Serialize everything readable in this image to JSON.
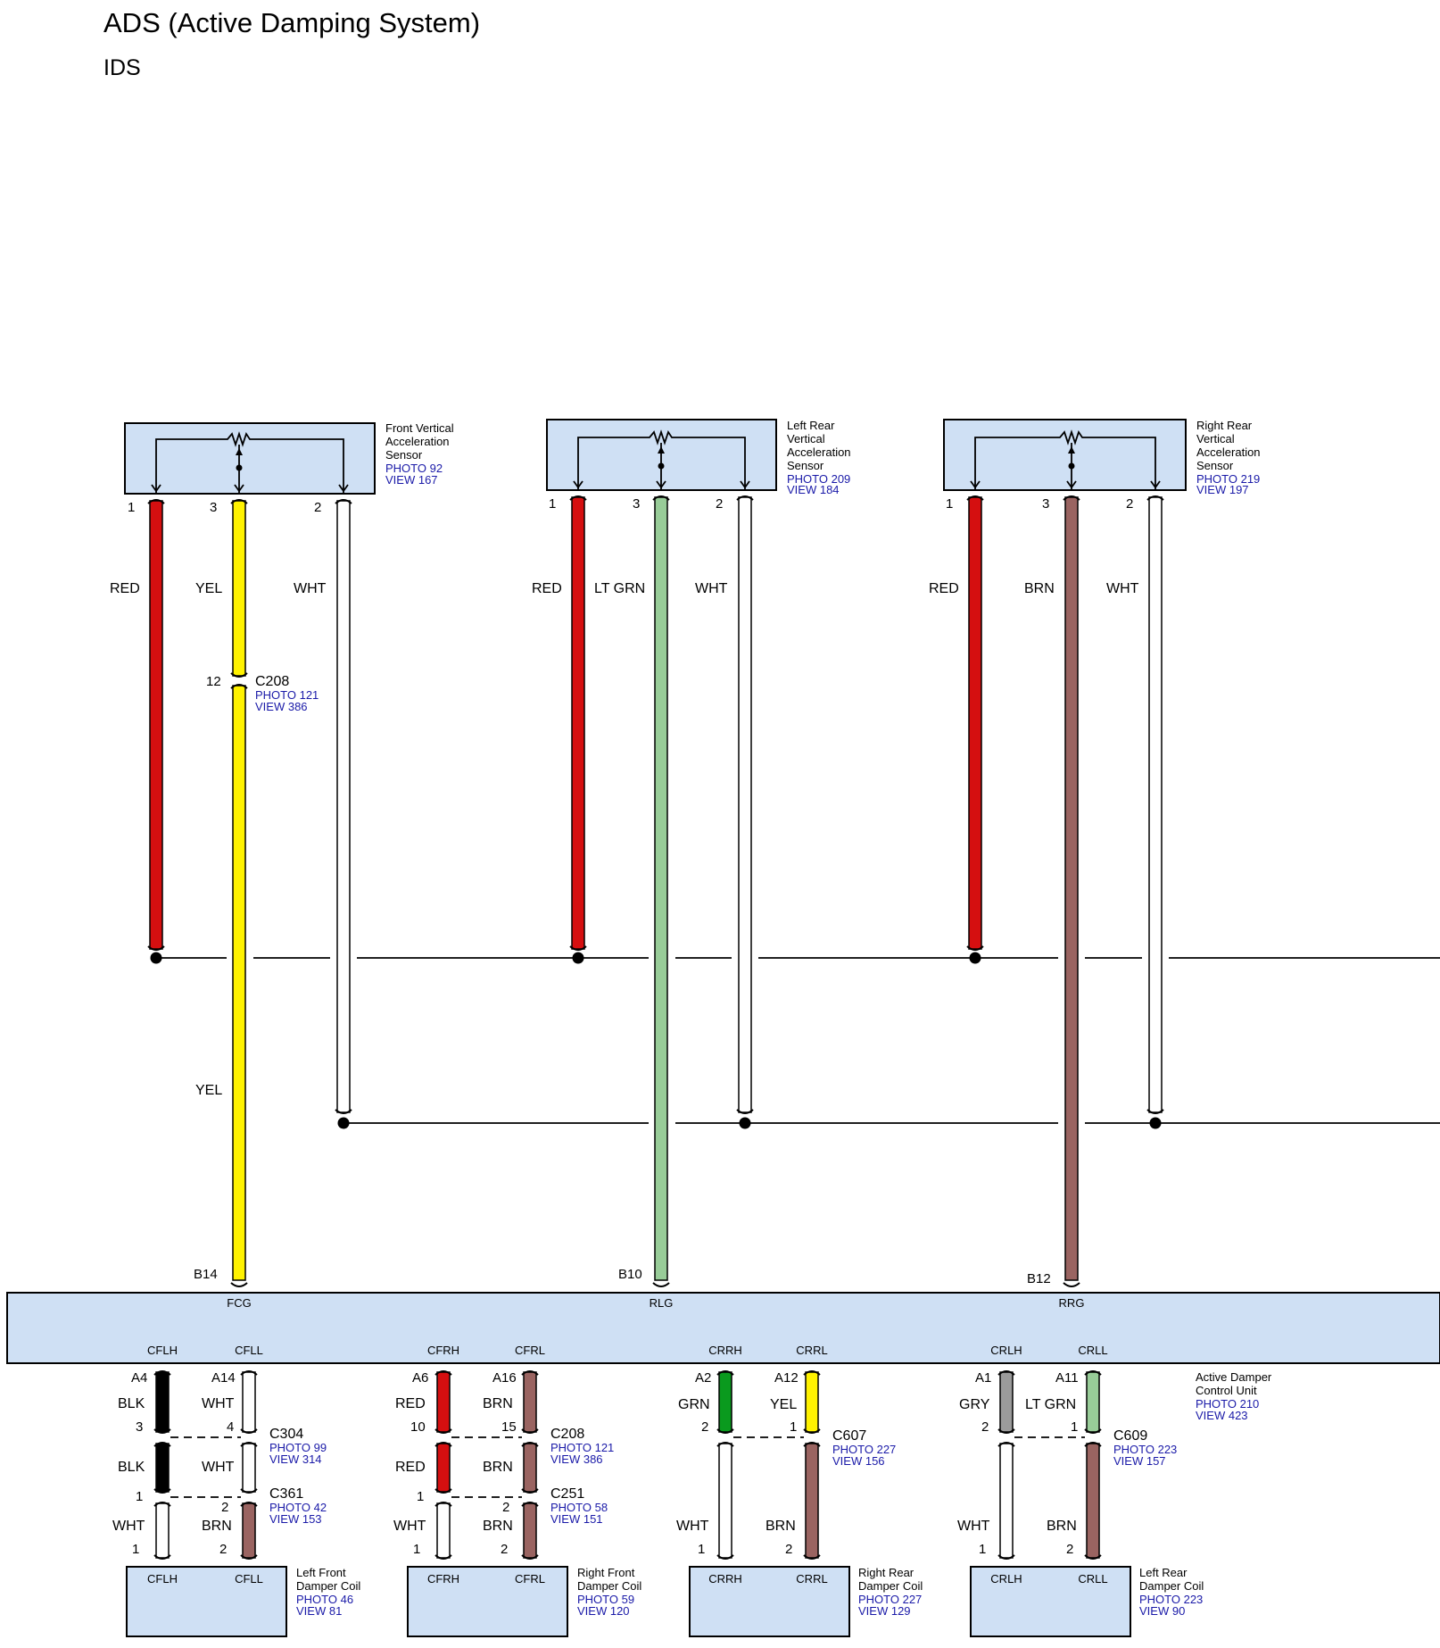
{
  "header": {
    "title": "ADS (Active Damping System)",
    "subtitle": "IDS"
  },
  "colors": {
    "box_fill": "#cfe0f4",
    "RED": "#d50f10",
    "YEL": "#fff200",
    "WHT": "#ffffff",
    "BLK": "#000000",
    "BRN": "#9a6461",
    "LT GRN": "#98cc98",
    "GRN": "#0a9a1e",
    "GRY": "#9b9b9b"
  },
  "sensors": [
    {
      "name": [
        "Front Vertical",
        "Acceleration",
        "Sensor"
      ],
      "photo": "PHOTO 92",
      "view": "VIEW 167",
      "pins": [
        "1",
        "3",
        "2"
      ],
      "wires": [
        "RED",
        "YEL",
        "WHT"
      ]
    },
    {
      "name": [
        "Left Rear",
        "Vertical",
        "Acceleration",
        "Sensor"
      ],
      "photo": "PHOTO 209",
      "view": "VIEW 184",
      "pins": [
        "1",
        "3",
        "2"
      ],
      "wires": [
        "RED",
        "LT GRN",
        "WHT"
      ]
    },
    {
      "name": [
        "Right Rear",
        "Vertical",
        "Acceleration",
        "Sensor"
      ],
      "photo": "PHOTO 219",
      "view": "VIEW 197",
      "pins": [
        "1",
        "3",
        "2"
      ],
      "wires": [
        "RED",
        "BRN",
        "WHT"
      ]
    }
  ],
  "inline_c208_upper": {
    "pin": "12",
    "name": "C208",
    "photo": "PHOTO 121",
    "view": "VIEW 386",
    "wire_below": "YEL"
  },
  "control_unit": {
    "name": [
      "Active Damper",
      "Control Unit"
    ],
    "photo": "PHOTO 210",
    "view": "VIEW 423",
    "top_pins": [
      "B14",
      "B10",
      "B12"
    ],
    "top_labels": [
      "FCG",
      "RLG",
      "RRG"
    ],
    "bottom_labels": [
      "CFLH",
      "CFLL",
      "CFRH",
      "CFRL",
      "CRRH",
      "CRRL",
      "CRLH",
      "CRLL"
    ]
  },
  "branches": [
    {
      "pins_top": [
        "A4",
        "A14"
      ],
      "wire1": [
        "BLK",
        "WHT"
      ],
      "c1": {
        "pins": [
          "3",
          "4"
        ],
        "name": "C304",
        "photo": "PHOTO 99",
        "view": "VIEW 314"
      },
      "wire2": [
        "BLK",
        "WHT"
      ],
      "c2": {
        "pins": [
          "1",
          "2"
        ],
        "name": "C361",
        "photo": "PHOTO 42",
        "view": "VIEW 153"
      },
      "wire3": [
        "WHT",
        "BRN"
      ],
      "coil_pins": [
        "1",
        "2"
      ],
      "coil": {
        "pins": [
          "CFLH",
          "CFLL"
        ],
        "name": [
          "Left Front",
          "Damper Coil"
        ],
        "photo": "PHOTO 46",
        "view": "VIEW 81"
      }
    },
    {
      "pins_top": [
        "A6",
        "A16"
      ],
      "wire1": [
        "RED",
        "BRN"
      ],
      "c1": {
        "pins": [
          "10",
          "15"
        ],
        "name": "C208",
        "photo": "PHOTO 121",
        "view": "VIEW 386"
      },
      "wire2": [
        "RED",
        "BRN"
      ],
      "c2": {
        "pins": [
          "1",
          "2"
        ],
        "name": "C251",
        "photo": "PHOTO 58",
        "view": "VIEW 151"
      },
      "wire3": [
        "WHT",
        "BRN"
      ],
      "coil_pins": [
        "1",
        "2"
      ],
      "coil": {
        "pins": [
          "CFRH",
          "CFRL"
        ],
        "name": [
          "Right Front",
          "Damper Coil"
        ],
        "photo": "PHOTO 59",
        "view": "VIEW 120"
      }
    },
    {
      "pins_top": [
        "A2",
        "A12"
      ],
      "wire1": [
        "GRN",
        "YEL"
      ],
      "c1": {
        "pins": [
          "2",
          "1"
        ],
        "name": "C607",
        "photo": "PHOTO 227",
        "view": "VIEW 156"
      },
      "wire3": [
        "WHT",
        "BRN"
      ],
      "coil_pins": [
        "1",
        "2"
      ],
      "coil": {
        "pins": [
          "CRRH",
          "CRRL"
        ],
        "name": [
          "Right Rear",
          "Damper Coil"
        ],
        "photo": "PHOTO 227",
        "view": "VIEW 129"
      }
    },
    {
      "pins_top": [
        "A1",
        "A11"
      ],
      "wire1": [
        "GRY",
        "LT GRN"
      ],
      "c1": {
        "pins": [
          "2",
          "1"
        ],
        "name": "C609",
        "photo": "PHOTO 223",
        "view": "VIEW 157"
      },
      "wire3": [
        "WHT",
        "BRN"
      ],
      "coil_pins": [
        "1",
        "2"
      ],
      "coil": {
        "pins": [
          "CRLH",
          "CRLL"
        ],
        "name": [
          "Left Rear",
          "Damper Coil"
        ],
        "photo": "PHOTO 223",
        "view": "VIEW 90"
      }
    }
  ]
}
